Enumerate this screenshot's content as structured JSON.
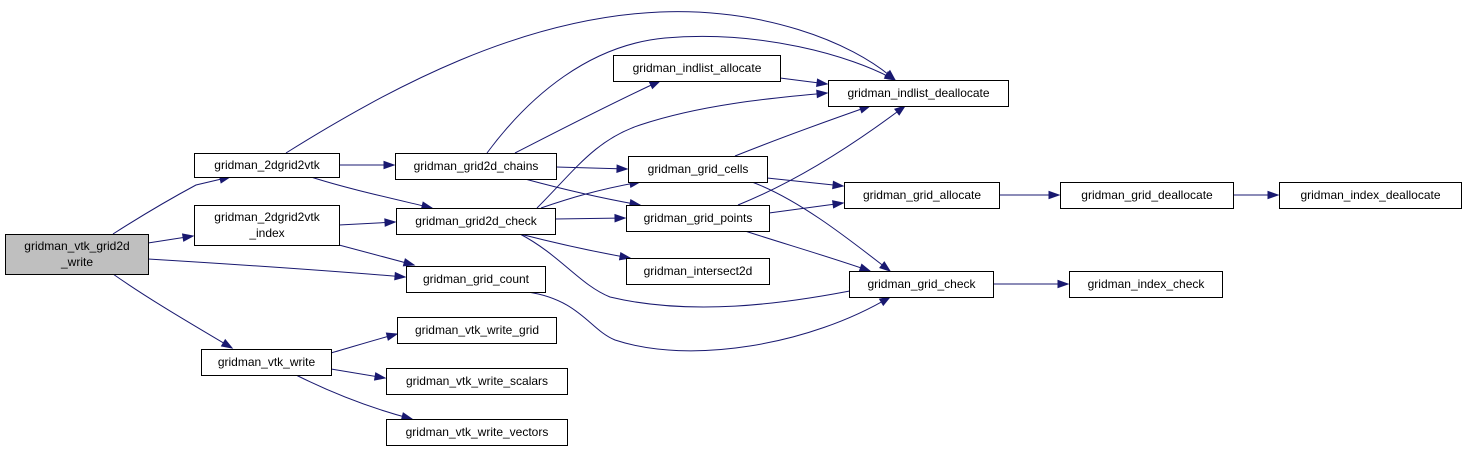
{
  "colors": {
    "edge": "#191970",
    "root_fill": "#bfbfbf",
    "node_fill": "#ffffff",
    "border": "#000000"
  },
  "nodes": {
    "root": {
      "lines": [
        "gridman_vtk_grid2d",
        "_write"
      ]
    },
    "g2dvtk": {
      "lines": [
        "gridman_2dgrid2vtk"
      ]
    },
    "g2dvtkidx": {
      "lines": [
        "gridman_2dgrid2vtk",
        "_index"
      ]
    },
    "vtkwrite": {
      "lines": [
        "gridman_vtk_write"
      ]
    },
    "chains": {
      "lines": [
        "gridman_grid2d_chains"
      ]
    },
    "g2dcheck": {
      "lines": [
        "gridman_grid2d_check"
      ]
    },
    "count": {
      "lines": [
        "gridman_grid_count"
      ]
    },
    "wgrid": {
      "lines": [
        "gridman_vtk_write_grid"
      ]
    },
    "wscal": {
      "lines": [
        "gridman_vtk_write_scalars"
      ]
    },
    "wvec": {
      "lines": [
        "gridman_vtk_write_vectors"
      ]
    },
    "indalloc": {
      "lines": [
        "gridman_indlist_allocate"
      ]
    },
    "cells": {
      "lines": [
        "gridman_grid_cells"
      ]
    },
    "points": {
      "lines": [
        "gridman_grid_points"
      ]
    },
    "isect": {
      "lines": [
        "gridman_intersect2d"
      ]
    },
    "inddealloc": {
      "lines": [
        "gridman_indlist_deallocate"
      ]
    },
    "galloc": {
      "lines": [
        "gridman_grid_allocate"
      ]
    },
    "gcheck": {
      "lines": [
        "gridman_grid_check"
      ]
    },
    "gdealloc": {
      "lines": [
        "gridman_grid_deallocate"
      ]
    },
    "idxcheck": {
      "lines": [
        "gridman_index_check"
      ]
    },
    "idxdealloc": {
      "lines": [
        "gridman_index_deallocate"
      ]
    }
  },
  "edges": [
    [
      "root",
      "g2dvtk"
    ],
    [
      "root",
      "g2dvtkidx"
    ],
    [
      "root",
      "count"
    ],
    [
      "root",
      "vtkwrite"
    ],
    [
      "g2dvtk",
      "inddealloc"
    ],
    [
      "g2dvtk",
      "chains"
    ],
    [
      "g2dvtk",
      "g2dcheck"
    ],
    [
      "g2dvtkidx",
      "g2dcheck"
    ],
    [
      "g2dvtkidx",
      "count"
    ],
    [
      "vtkwrite",
      "wgrid"
    ],
    [
      "vtkwrite",
      "wscal"
    ],
    [
      "vtkwrite",
      "wvec"
    ],
    [
      "chains",
      "inddealloc"
    ],
    [
      "chains",
      "indalloc"
    ],
    [
      "chains",
      "cells"
    ],
    [
      "chains",
      "points"
    ],
    [
      "g2dcheck",
      "inddealloc"
    ],
    [
      "g2dcheck",
      "cells"
    ],
    [
      "g2dcheck",
      "points"
    ],
    [
      "g2dcheck",
      "isect"
    ],
    [
      "g2dcheck",
      "gcheck"
    ],
    [
      "count",
      "gcheck"
    ],
    [
      "indalloc",
      "inddealloc"
    ],
    [
      "cells",
      "inddealloc"
    ],
    [
      "cells",
      "galloc"
    ],
    [
      "cells",
      "gcheck"
    ],
    [
      "points",
      "inddealloc"
    ],
    [
      "points",
      "galloc"
    ],
    [
      "points",
      "gcheck"
    ],
    [
      "galloc",
      "gdealloc"
    ],
    [
      "gdealloc",
      "idxdealloc"
    ],
    [
      "gcheck",
      "idxcheck"
    ]
  ]
}
